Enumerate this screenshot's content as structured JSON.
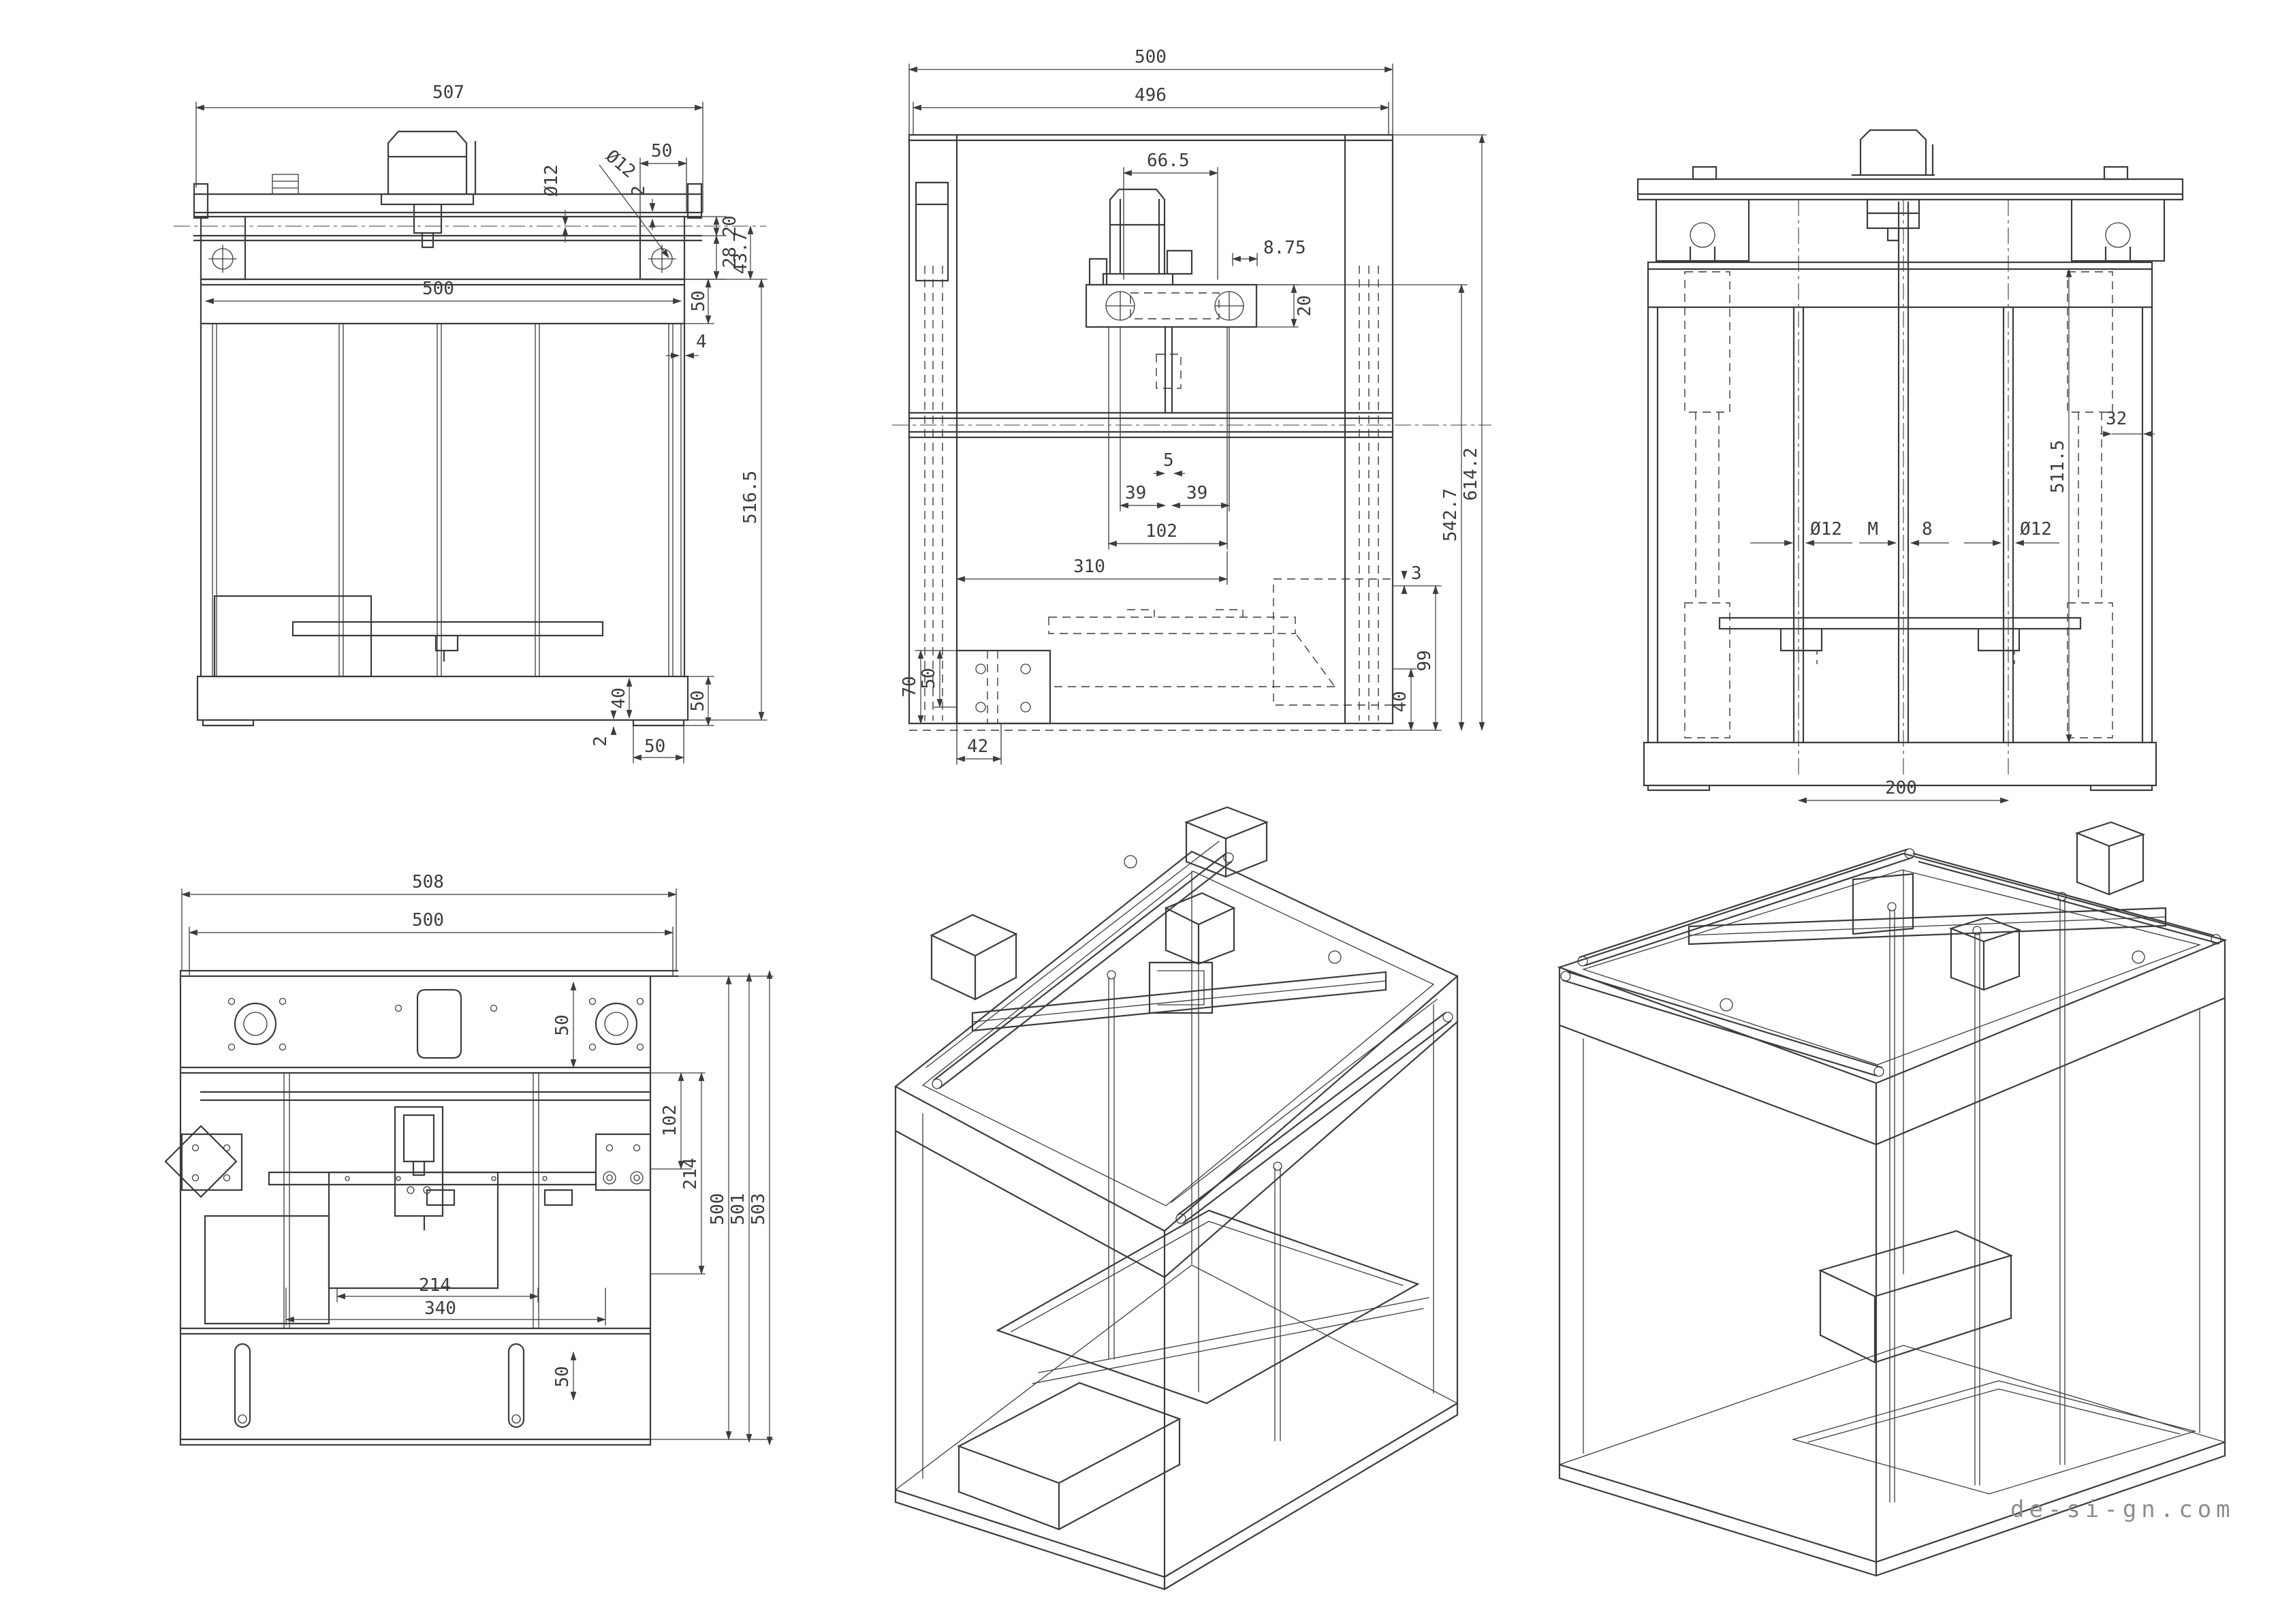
{
  "sheet": {
    "background": "#ffffff",
    "line_color": "#3c3c3c",
    "watermark_color": "#8c8c8c"
  },
  "watermark": {
    "text": "de-si-gn.com"
  },
  "views": {
    "front": {
      "dims": {
        "overall_width": "507",
        "rod_diameter": "Ø12",
        "pulley_diameter": "Ø12",
        "corner_block_width": "50",
        "rail_lip": "2",
        "rail_height": "20",
        "clamp_height": "28",
        "gantry_height": "43.7",
        "inner_width": "500",
        "top_member_height": "50",
        "panel_inset": "4",
        "frame_height": "516.5",
        "base_inner_height": "40",
        "foot_height": "2",
        "base_member": "50"
      }
    },
    "section": {
      "dims": {
        "overall_width": "500",
        "inner_width": "496",
        "carriage_width": "66.5",
        "belt_offset": "8.75",
        "pulley_plate_height": "20",
        "center_gap": "5",
        "pulley_left_offset": "39",
        "pulley_right_offset": "39",
        "carriage_span": "102",
        "bed_width": "310",
        "bracket_height": "70",
        "bracket_hole_span": "50",
        "bracket_width": "42",
        "base_inner_height": "40",
        "panel_gap": "3",
        "corner_post_height": "99",
        "gantry_to_base": "542.7",
        "overall_height": "614.2"
      }
    },
    "side": {
      "dims": {
        "panel_gap": "32",
        "left_rod_diameter": "Ø12",
        "lead_screw_prefix": "M",
        "lead_screw_size": "8",
        "right_rod_diameter": "Ø12",
        "frame_height": "511.5",
        "rod_spacing": "200"
      }
    },
    "plan": {
      "dims": {
        "overall_width": "508",
        "inner_width": "500",
        "member_width": "50",
        "carriage_span": "102",
        "bed_depth": "214",
        "frame_width_a": "500",
        "frame_width_b": "501",
        "frame_width_c": "503",
        "bed_width": "214",
        "plate_width": "340",
        "slot_offset": "50"
      }
    }
  }
}
